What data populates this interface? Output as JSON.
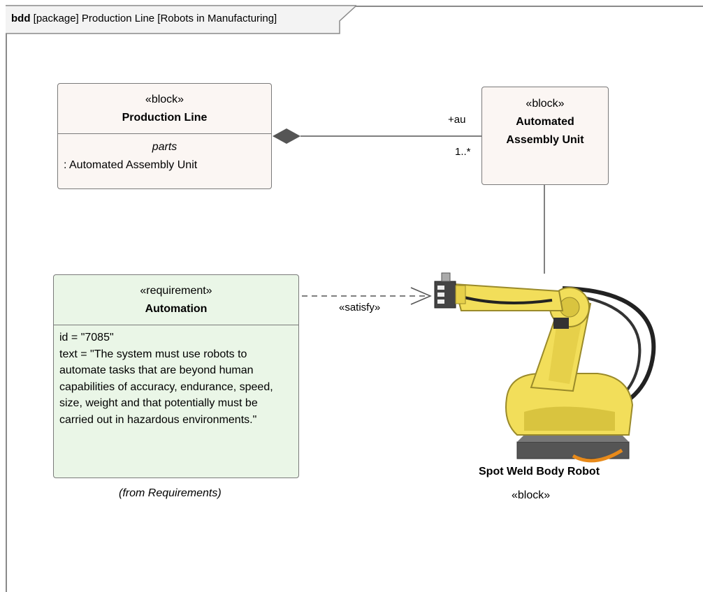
{
  "frame": {
    "kind": "bdd",
    "title": "[package] Production Line [Robots in Manufacturing]"
  },
  "blocks": {
    "production_line": {
      "stereotype": "«block»",
      "name": "Production Line",
      "compartment_title": "parts",
      "parts": [
        ": Automated Assembly Unit"
      ]
    },
    "automated_assembly_unit": {
      "stereotype": "«block»",
      "name_line1": "Automated",
      "name_line2": "Assembly Unit"
    }
  },
  "association": {
    "role": "+au",
    "multiplicity": "1..*"
  },
  "requirement": {
    "stereotype": "«requirement»",
    "name": "Automation",
    "id_line": "id = \"7085\"",
    "text_lines": [
      "text = \"The system must use robots to",
      "automate tasks that are beyond human",
      "capabilities of accuracy, endurance, speed,",
      "size, weight and that potentially must be",
      "carried out in hazardous environments.\""
    ],
    "origin": "(from Requirements)"
  },
  "satisfy": {
    "label": "«satisfy»"
  },
  "robot": {
    "name": "Spot Weld Body Robot",
    "stereotype": "«block»",
    "icon": "industrial-robot-arm-icon"
  },
  "colors": {
    "block_fill": "#fbf6f3",
    "requirement_fill": "#eaf6e7",
    "border": "#7a7a7a",
    "robot_yellow": "#f2de5a"
  }
}
